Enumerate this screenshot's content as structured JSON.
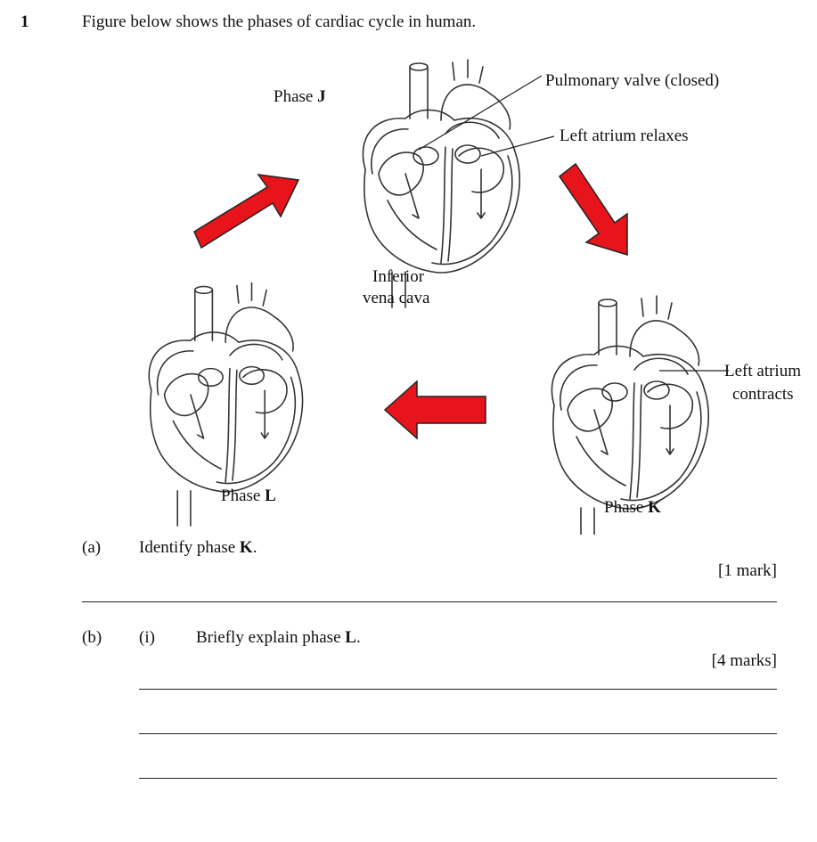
{
  "question": {
    "number": "1",
    "stem": "Figure below shows the phases of cardiac cycle in human."
  },
  "diagram": {
    "phase_j": {
      "prefix": "Phase ",
      "letter": "J"
    },
    "phase_k": {
      "prefix": "Phase ",
      "letter": "K"
    },
    "phase_l": {
      "prefix": "Phase ",
      "letter": "L"
    },
    "labels": {
      "pulmonary_valve": "Pulmonary valve (closed)",
      "left_atrium_relaxes": "Left atrium relaxes",
      "inferior_1": "Inferior",
      "inferior_2": "vena cava",
      "left_atrium_contracts_1": "Left atrium",
      "left_atrium_contracts_2": "contracts"
    },
    "arrow_color": "#e8141b"
  },
  "part_a": {
    "label": "(a)",
    "text_prefix": "Identify phase ",
    "text_letter": "K",
    "text_suffix": ".",
    "marks": "[1 mark]"
  },
  "part_b": {
    "label": "(b)",
    "sub_label": "(i)",
    "text_prefix": "Briefly explain phase ",
    "text_letter": "L",
    "text_suffix": ".",
    "marks": "[4 marks]"
  }
}
